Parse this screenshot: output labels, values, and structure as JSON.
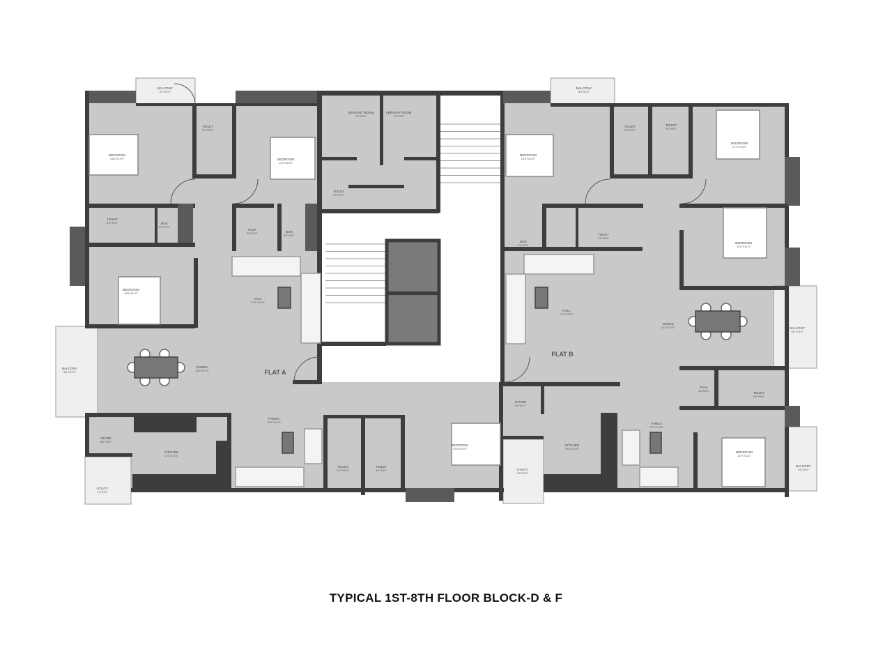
{
  "title": "TYPICAL 1ST-8TH FLOOR BLOCK-D & F",
  "colors": {
    "floor": "#c9c9c9",
    "wall": "#3d3d3d",
    "lift": "#7a7a7a"
  },
  "rooms": [
    {
      "name": "BALCONY",
      "dim": "8'0\"X4'0\""
    },
    {
      "name": "BEDROOM",
      "dim": "14'6\"X12'0\""
    },
    {
      "name": "TOILET",
      "dim": "5'0\"X8'0\""
    },
    {
      "name": "BEDROOM",
      "dim": "11'0\"X12'0\""
    },
    {
      "name": "TOILET",
      "dim": "8'0\"X5'0\""
    },
    {
      "name": "BOX",
      "dim": "5'0\"X3'0\""
    },
    {
      "name": "PUJA",
      "dim": "5'0\"X6'0\""
    },
    {
      "name": "BOX",
      "dim": "5'0\"X6'0\""
    },
    {
      "name": "BEDROOM",
      "dim": "14'6\"X11'0\""
    },
    {
      "name": "HALL",
      "dim": "17'3\"X14'6\""
    },
    {
      "name": "BALCONY",
      "dim": "3'6\"X12'0\""
    },
    {
      "name": "DINING",
      "dim": "13'0\"X11'6\""
    },
    {
      "name": "FLAT A",
      "dim": ""
    },
    {
      "name": "STORE",
      "dim": "6'0\"X5'0\""
    },
    {
      "name": "KITCHEN",
      "dim": "12'0\"X10'0\""
    },
    {
      "name": "UTILITY",
      "dim": "7'0\"X3'0\""
    },
    {
      "name": "FAMILY",
      "dim": "12'0\"X14'3\""
    },
    {
      "name": "TOILET",
      "dim": "5'0\"X10'0\""
    },
    {
      "name": "TOILET",
      "dim": "5'0\"X5'0\""
    },
    {
      "name": "BEDROOM",
      "dim": "12'0\"X14'0\""
    },
    {
      "name": "SERVANT ROOM",
      "dim": "7'0\"X8'0\""
    },
    {
      "name": "SERVANT ROOM",
      "dim": "7'0\"X8'0\""
    },
    {
      "name": "TOILET",
      "dim": "4'0\"X7'0\""
    },
    {
      "name": "BALCONY",
      "dim": "8'0\"X4'0\""
    },
    {
      "name": "BEDROOM",
      "dim": "14'0\"X12'0\""
    },
    {
      "name": "TOILET",
      "dim": "3'0\"X8'0\""
    },
    {
      "name": "TOILET",
      "dim": "5'0\"X8'0\""
    },
    {
      "name": "BEDROOM",
      "dim": "12'0\"X13'0\""
    },
    {
      "name": "TOILET",
      "dim": "5'6\"X6'0\""
    },
    {
      "name": "BOX",
      "dim": "3'0\"X6'0\""
    },
    {
      "name": "BEDROOM",
      "dim": "14'0\"X11'0\""
    },
    {
      "name": "HALL",
      "dim": "24'3\"X15'0\""
    },
    {
      "name": "DINING",
      "dim": "13'0\"X13'0\""
    },
    {
      "name": "BALCONY",
      "dim": "3'6\"X11'6\""
    },
    {
      "name": "FLAT B",
      "dim": ""
    },
    {
      "name": "PUJA",
      "dim": "4'6\"X5'0\""
    },
    {
      "name": "TOILET",
      "dim": "9'0\"X5'0\""
    },
    {
      "name": "STORE",
      "dim": "5'0\"X6'0\""
    },
    {
      "name": "KITCHEN",
      "dim": "10'0\"X14'0\""
    },
    {
      "name": "FAMILY",
      "dim": "10'3\"X14'6\""
    },
    {
      "name": "BEDROOM",
      "dim": "12'0\"X11'0\""
    },
    {
      "name": "UTILITY",
      "dim": "6'0\"X3'0\""
    },
    {
      "name": "BALCONY",
      "dim": "4'0\"X8'0\""
    }
  ]
}
